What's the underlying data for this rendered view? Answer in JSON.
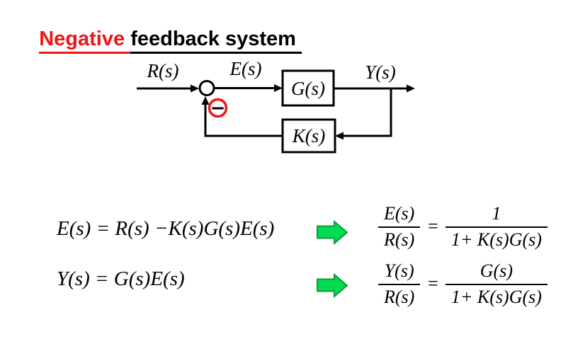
{
  "title": {
    "highlight": "Negative ",
    "rest": "feedback system "
  },
  "colors": {
    "title_highlight": "#ef1515",
    "minus_circle": "#ef1515",
    "arrow_fill": "#00dc50",
    "arrow_stroke": "#0d9b38"
  },
  "diagram": {
    "input_label": "R(s)",
    "error_label": "E(s)",
    "output_label": "Y(s)",
    "plant_block_label": "G(s)",
    "feedback_block_label": "K(s)",
    "minus_sign": "−"
  },
  "equations": {
    "error_equation": "E(s) = R(s) −K(s)G(s)E(s)",
    "output_equation": "Y(s) = G(s)E(s)"
  },
  "results": [
    {
      "lhs_num": "E(s)",
      "lhs_den": "R(s)",
      "equals": "=",
      "rhs_num": "1",
      "rhs_den": "1+ K(s)G(s)"
    },
    {
      "lhs_num": "Y(s)",
      "lhs_den": "R(s)",
      "equals": "=",
      "rhs_num": "G(s)",
      "rhs_den": "1+ K(s)G(s)"
    }
  ]
}
